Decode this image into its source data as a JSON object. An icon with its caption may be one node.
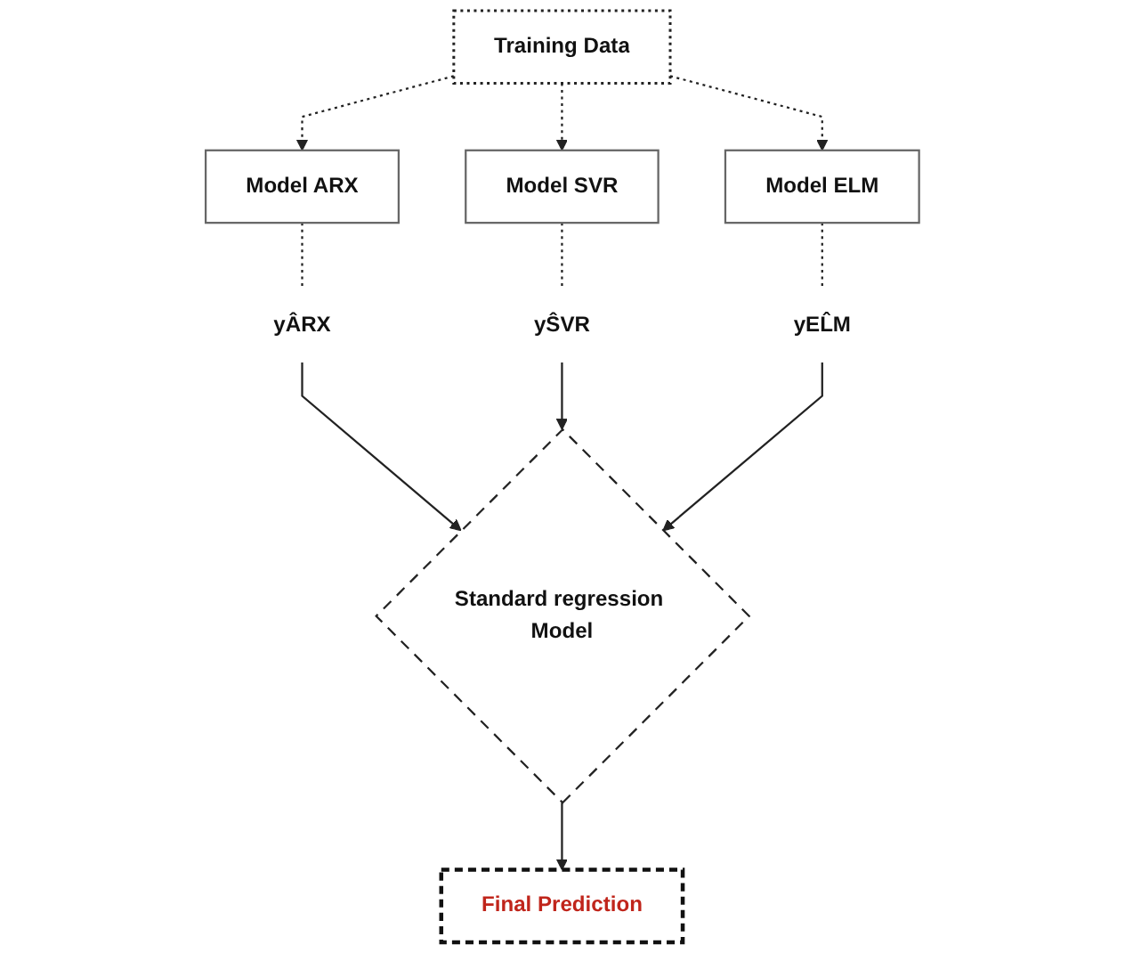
{
  "diagram": {
    "nodes": [
      {
        "text": [
          "Training Data"
        ]
      },
      {
        "text": [
          "Model ARX"
        ]
      },
      {
        "text": [
          "Model SVR"
        ]
      },
      {
        "text": [
          "Model ELM"
        ]
      },
      {
        "text": [
          "yÂRX"
        ]
      },
      {
        "text": [
          "yŜVR"
        ]
      },
      {
        "text": [
          "yEL̂M"
        ]
      },
      {
        "text": [
          "Standard regression Model"
        ]
      },
      {
        "text": [
          "Final Prediction"
        ]
      }
    ],
    "edges": [
      {
        "from": 0,
        "to": 1,
        "arrow": "to",
        "style": "dashed"
      },
      {
        "from": 0,
        "to": 2,
        "arrow": "to",
        "style": "dashed"
      },
      {
        "from": 0,
        "to": 3,
        "arrow": "to",
        "style": "dashed"
      },
      {
        "from": 1,
        "to": 4,
        "arrow": "none",
        "style": "dashed"
      },
      {
        "from": 2,
        "to": 5,
        "arrow": "none",
        "style": "dashed"
      },
      {
        "from": 3,
        "to": 6,
        "arrow": "none",
        "style": "dashed"
      },
      {
        "from": 4,
        "to": 7,
        "arrow": "to"
      },
      {
        "from": 5,
        "to": 7,
        "arrow": "to"
      },
      {
        "from": 6,
        "to": 7,
        "arrow": "to"
      },
      {
        "from": 7,
        "to": 8,
        "arrow": "to"
      }
    ]
  }
}
